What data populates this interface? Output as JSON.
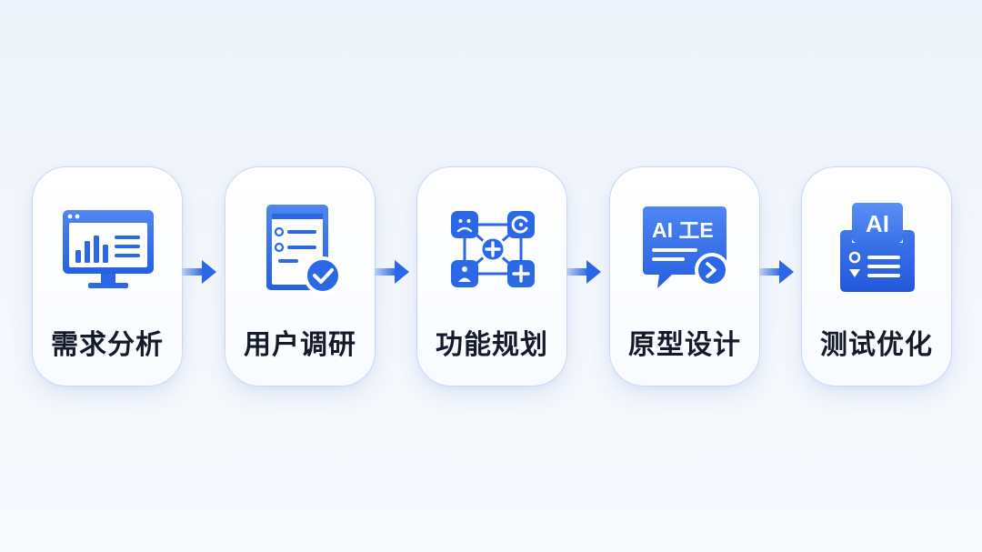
{
  "steps": [
    {
      "label": "需求分析",
      "icon": "monitor-chart-icon"
    },
    {
      "label": "用户调研",
      "icon": "survey-checklist-icon"
    },
    {
      "label": "功能规划",
      "icon": "feature-network-icon"
    },
    {
      "label": "原型设计",
      "icon": "ai-chat-prototype-icon"
    },
    {
      "label": "测试优化",
      "icon": "ai-document-icon"
    }
  ],
  "icon_text": {
    "prototype_badge": "AI 工E",
    "test_badge": "AI"
  },
  "colors": {
    "accent": "#2b68e8",
    "accent_light": "#5b8ef5",
    "card_border": "#c9d9f3",
    "label": "#141a2a"
  }
}
